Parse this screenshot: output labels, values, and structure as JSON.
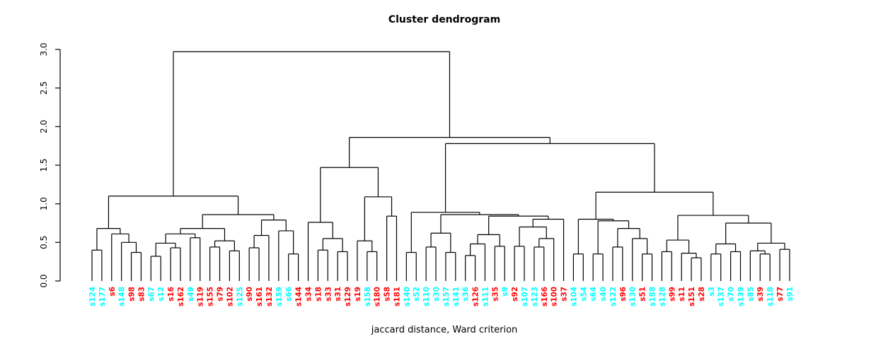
{
  "figure": {
    "title": "Cluster dendrogram",
    "caption": "jaccard distance, Ward criterion"
  },
  "chart_data": {
    "type": "dendrogram",
    "title": "Cluster dendrogram",
    "xlabel": "jaccard distance, Ward criterion",
    "ylabel": "",
    "ylim": [
      0,
      3
    ],
    "grid": false,
    "legend": false,
    "y_ticks": [
      {
        "value": 0.0,
        "label": "0.0"
      },
      {
        "value": 0.5,
        "label": "0.5"
      },
      {
        "value": 1.0,
        "label": "1.0"
      },
      {
        "value": 1.5,
        "label": "1.5"
      },
      {
        "value": 2.0,
        "label": "2.0"
      },
      {
        "value": 2.5,
        "label": "2.5"
      },
      {
        "value": 3.0,
        "label": "3.0"
      }
    ],
    "leaf_colors": {
      "red": "#FF0000",
      "cyan": "#00FFFF"
    },
    "root_height": 2.97,
    "leaves": [
      {
        "label": "s124",
        "color": "cyan"
      },
      {
        "label": "s177",
        "color": "cyan"
      },
      {
        "label": "s6",
        "color": "red"
      },
      {
        "label": "s148",
        "color": "cyan"
      },
      {
        "label": "s98",
        "color": "red"
      },
      {
        "label": "s83",
        "color": "red"
      },
      {
        "label": "s67",
        "color": "cyan"
      },
      {
        "label": "s12",
        "color": "cyan"
      },
      {
        "label": "s16",
        "color": "red"
      },
      {
        "label": "s162",
        "color": "red"
      },
      {
        "label": "s49",
        "color": "cyan"
      },
      {
        "label": "s119",
        "color": "red"
      },
      {
        "label": "s155",
        "color": "red"
      },
      {
        "label": "s79",
        "color": "red"
      },
      {
        "label": "s102",
        "color": "red"
      },
      {
        "label": "s125",
        "color": "cyan"
      },
      {
        "label": "s90",
        "color": "red"
      },
      {
        "label": "s161",
        "color": "red"
      },
      {
        "label": "s132",
        "color": "red"
      },
      {
        "label": "s159",
        "color": "cyan"
      },
      {
        "label": "s66",
        "color": "cyan"
      },
      {
        "label": "s144",
        "color": "red"
      },
      {
        "label": "s34",
        "color": "red"
      },
      {
        "label": "s18",
        "color": "red"
      },
      {
        "label": "s33",
        "color": "red"
      },
      {
        "label": "s31",
        "color": "red"
      },
      {
        "label": "s129",
        "color": "red"
      },
      {
        "label": "s19",
        "color": "red"
      },
      {
        "label": "s158",
        "color": "cyan"
      },
      {
        "label": "s180",
        "color": "red"
      },
      {
        "label": "s58",
        "color": "red"
      },
      {
        "label": "s181",
        "color": "red"
      },
      {
        "label": "s140",
        "color": "cyan"
      },
      {
        "label": "s52",
        "color": "cyan"
      },
      {
        "label": "s110",
        "color": "cyan"
      },
      {
        "label": "s30",
        "color": "cyan"
      },
      {
        "label": "s157",
        "color": "cyan"
      },
      {
        "label": "s141",
        "color": "cyan"
      },
      {
        "label": "s36",
        "color": "cyan"
      },
      {
        "label": "s126",
        "color": "red"
      },
      {
        "label": "s111",
        "color": "cyan"
      },
      {
        "label": "s35",
        "color": "red"
      },
      {
        "label": "s9",
        "color": "cyan"
      },
      {
        "label": "s92",
        "color": "red"
      },
      {
        "label": "s107",
        "color": "cyan"
      },
      {
        "label": "s123",
        "color": "cyan"
      },
      {
        "label": "s166",
        "color": "red"
      },
      {
        "label": "s100",
        "color": "red"
      },
      {
        "label": "s37",
        "color": "red"
      },
      {
        "label": "s104",
        "color": "cyan"
      },
      {
        "label": "s54",
        "color": "cyan"
      },
      {
        "label": "s64",
        "color": "cyan"
      },
      {
        "label": "s40",
        "color": "cyan"
      },
      {
        "label": "s122",
        "color": "cyan"
      },
      {
        "label": "s96",
        "color": "red"
      },
      {
        "label": "s130",
        "color": "cyan"
      },
      {
        "label": "s51",
        "color": "red"
      },
      {
        "label": "s188",
        "color": "cyan"
      },
      {
        "label": "s128",
        "color": "cyan"
      },
      {
        "label": "s99",
        "color": "red"
      },
      {
        "label": "s11",
        "color": "red"
      },
      {
        "label": "s151",
        "color": "red"
      },
      {
        "label": "s28",
        "color": "red"
      },
      {
        "label": "s3",
        "color": "cyan"
      },
      {
        "label": "s137",
        "color": "cyan"
      },
      {
        "label": "s70",
        "color": "cyan"
      },
      {
        "label": "s139",
        "color": "cyan"
      },
      {
        "label": "s85",
        "color": "cyan"
      },
      {
        "label": "s39",
        "color": "red"
      },
      {
        "label": "s118",
        "color": "cyan"
      },
      {
        "label": "s77",
        "color": "red"
      },
      {
        "label": "s91",
        "color": "cyan"
      }
    ],
    "merge_tree": [
      2.97,
      [
        1.1,
        [
          0.68,
          [
            0.4,
            0,
            1
          ],
          [
            0.61,
            2,
            [
              0.5,
              3,
              [
                0.37,
                4,
                5
              ]
            ]
          ]
        ],
        [
          0.86,
          [
            0.68,
            [
              0.61,
              [
                0.49,
                [
                  0.32,
                  6,
                  7
                ],
                [
                  0.43,
                  8,
                  9
                ]
              ],
              [
                0.56,
                10,
                11
              ]
            ],
            [
              0.52,
              [
                0.44,
                12,
                13
              ],
              [
                0.39,
                14,
                15
              ]
            ]
          ],
          [
            0.79,
            [
              0.59,
              [
                0.43,
                16,
                17
              ],
              18
            ],
            [
              0.65,
              19,
              [
                0.35,
                20,
                21
              ]
            ]
          ]
        ]
      ],
      [
        1.86,
        [
          1.47,
          [
            0.76,
            22,
            [
              0.55,
              [
                0.4,
                23,
                24
              ],
              [
                0.38,
                25,
                26
              ]
            ]
          ],
          [
            1.09,
            [
              0.52,
              27,
              [
                0.38,
                28,
                29
              ]
            ],
            [
              0.84,
              30,
              31
            ]
          ]
        ],
        [
          1.78,
          [
            0.89,
            [
              0.37,
              32,
              33
            ],
            [
              0.86,
              [
                0.62,
                [
                  0.44,
                  34,
                  35
                ],
                [
                  0.37,
                  36,
                  37
                ]
              ],
              [
                0.84,
                [
                  0.6,
                  [
                    0.48,
                    [
                      0.33,
                      38,
                      39
                    ],
                    40
                  ],
                  [
                    0.45,
                    41,
                    42
                  ]
                ],
                [
                  0.8,
                  [
                    0.7,
                    [
                      0.45,
                      43,
                      44
                    ],
                    [
                      0.55,
                      [
                        0.44,
                        45,
                        46
                      ],
                      47
                    ]
                  ],
                  48
                ]
              ]
            ]
          ],
          [
            1.15,
            [
              0.8,
              [
                0.35,
                49,
                50
              ],
              [
                0.78,
                [
                  0.35,
                  51,
                  52
                ],
                [
                  0.68,
                  [
                    0.44,
                    53,
                    54
                  ],
                  [
                    0.55,
                    55,
                    [
                      0.35,
                      56,
                      57
                    ]
                  ]
                ]
              ]
            ],
            [
              0.85,
              [
                0.53,
                [
                  0.38,
                  58,
                  59
                ],
                [
                  0.36,
                  60,
                  [
                    0.3,
                    61,
                    62
                  ]
                ]
              ],
              [
                0.75,
                [
                  0.48,
                  [
                    0.35,
                    63,
                    64
                  ],
                  [
                    0.38,
                    65,
                    66
                  ]
                ],
                [
                  0.49,
                  [
                    0.39,
                    67,
                    [
                      0.35,
                      68,
                      69
                    ]
                  ],
                  [
                    0.41,
                    70,
                    71
                  ]
                ]
              ]
            ]
          ]
        ]
      ]
    ]
  }
}
